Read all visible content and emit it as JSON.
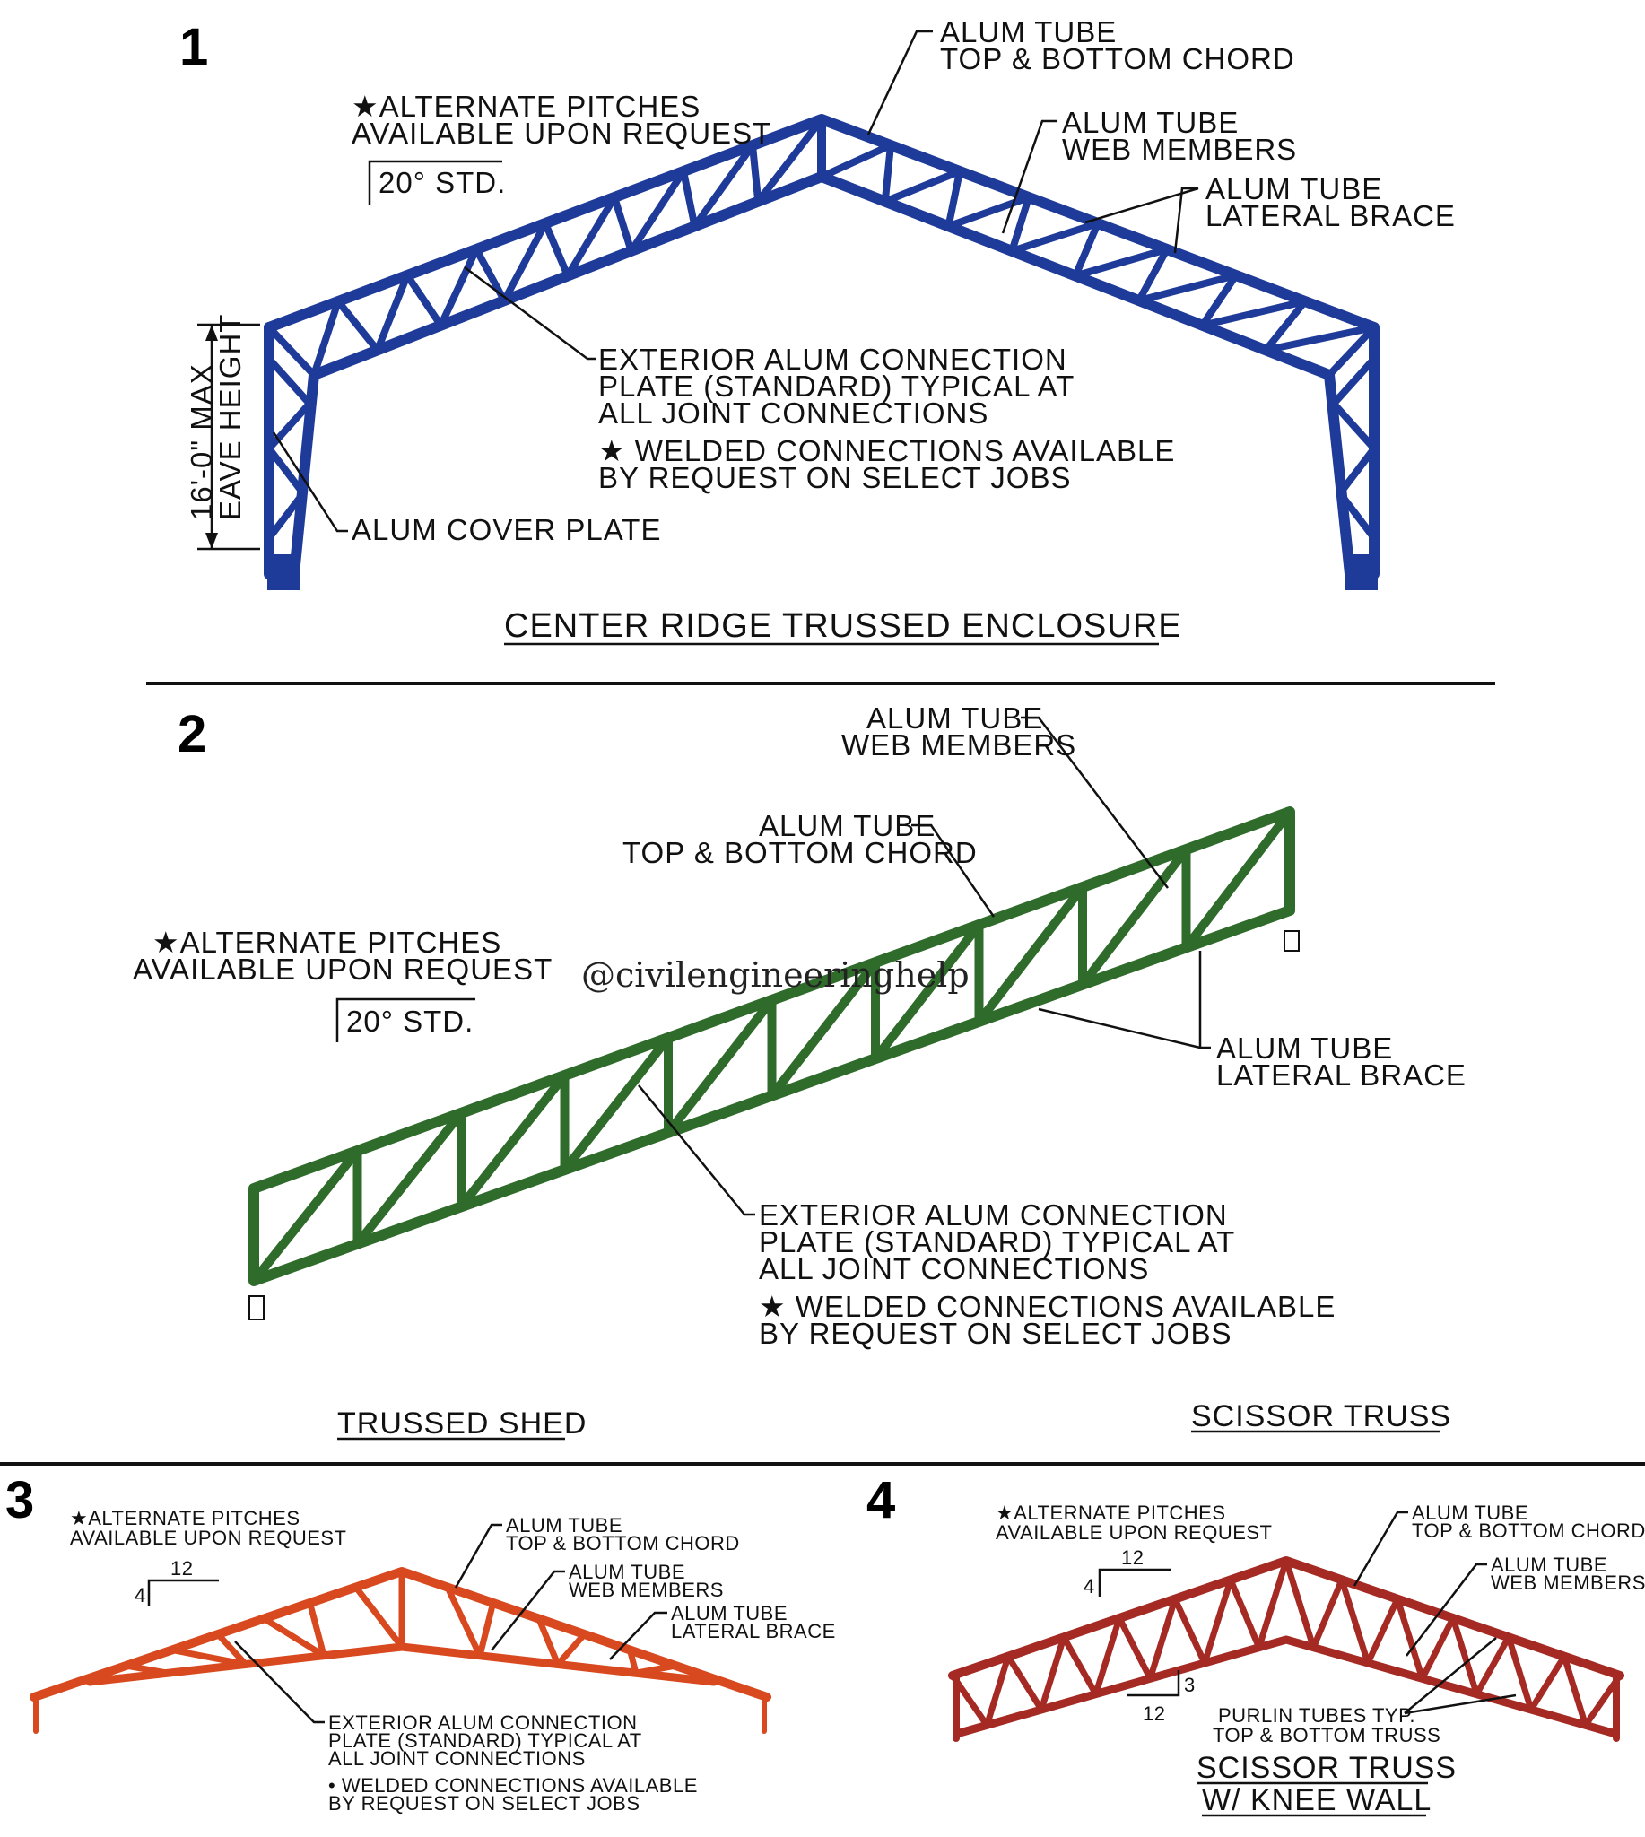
{
  "panel1": {
    "number": "1",
    "caption": "CENTER RIDGE TRUSSED ENCLOSURE",
    "pitch_note": [
      "★ALTERNATE PITCHES",
      "AVAILABLE UPON REQUEST"
    ],
    "pitch": "20° STD.",
    "chord_label": [
      "ALUM TUBE",
      "TOP & BOTTOM CHORD"
    ],
    "web_label": [
      "ALUM TUBE",
      "WEB MEMBERS"
    ],
    "brace_label": [
      "ALUM TUBE",
      "LATERAL BRACE"
    ],
    "plate_label": [
      "EXTERIOR ALUM CONNECTION",
      "PLATE (STANDARD) TYPICAL AT",
      "ALL JOINT CONNECTIONS"
    ],
    "welded_label": [
      "★ WELDED CONNECTIONS AVAILABLE",
      "BY REQUEST ON SELECT JOBS"
    ],
    "cover_label": "ALUM COVER PLATE",
    "eave_label": [
      "16'-0\" MAX",
      "EAVE HEIGHT"
    ],
    "color": "#1f3b9a"
  },
  "panel2": {
    "number": "2",
    "caption": "TRUSSED SHED",
    "pitch_note": [
      "★ALTERNATE PITCHES",
      "AVAILABLE UPON REQUEST"
    ],
    "pitch": "20° STD.",
    "web_label": [
      "ALUM TUBE",
      "WEB MEMBERS"
    ],
    "chord_label": [
      "ALUM TUBE",
      "TOP & BOTTOM CHORD"
    ],
    "brace_label": [
      "ALUM TUBE",
      "LATERAL BRACE"
    ],
    "plate_label": [
      "EXTERIOR ALUM CONNECTION",
      "PLATE (STANDARD) TYPICAL AT",
      "ALL JOINT CONNECTIONS"
    ],
    "welded_label": [
      "★ WELDED CONNECTIONS AVAILABLE",
      "BY REQUEST ON SELECT JOBS"
    ],
    "watermark": "@civilengineeringhelp",
    "color": "#2f6b2a"
  },
  "panel3": {
    "number": "3",
    "pitch_note": [
      "★ALTERNATE PITCHES",
      "AVAILABLE UPON REQUEST"
    ],
    "pitch_run": "12",
    "pitch_rise": "4",
    "chord_label": [
      "ALUM TUBE",
      "TOP & BOTTOM CHORD"
    ],
    "web_label": [
      "ALUM TUBE",
      "WEB MEMBERS"
    ],
    "brace_label": [
      "ALUM TUBE",
      "LATERAL BRACE"
    ],
    "plate_label": [
      "EXTERIOR ALUM CONNECTION",
      "PLATE (STANDARD) TYPICAL AT",
      "ALL JOINT CONNECTIONS"
    ],
    "welded_label": [
      "• WELDED CONNECTIONS AVAILABLE",
      "BY REQUEST ON SELECT JOBS"
    ],
    "color": "#d8491f"
  },
  "panel4": {
    "number": "4",
    "caption_top": "SCISSOR TRUSS",
    "caption": [
      "SCISSOR TRUSS",
      "W/ KNEE WALL"
    ],
    "pitch_note": [
      "★ALTERNATE PITCHES",
      "AVAILABLE UPON REQUEST"
    ],
    "pitch_run": "12",
    "pitch_rise": "4",
    "bottom_run": "12",
    "bottom_rise": "3",
    "chord_label": [
      "ALUM TUBE",
      "TOP & BOTTOM CHORD"
    ],
    "web_label": [
      "ALUM TUBE",
      "WEB MEMBERS"
    ],
    "purlin_label": [
      "PURLIN TUBES TYP.",
      "TOP & BOTTOM TRUSS"
    ],
    "color": "#a52a24"
  }
}
